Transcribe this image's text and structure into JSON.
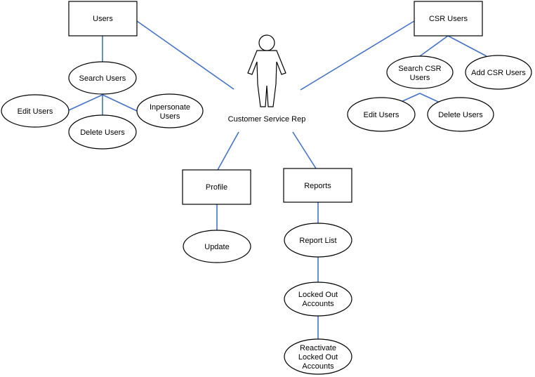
{
  "colors": {
    "connector": "#4472c4",
    "outline": "#000000",
    "fill": "#ffffff"
  },
  "actor": {
    "label": "Customer Service Rep",
    "icon": "person-icon"
  },
  "boxes": {
    "users": "Users",
    "csr_users": "CSR Users",
    "profile": "Profile",
    "reports": "Reports"
  },
  "use_cases": {
    "search_users": [
      "Search Users"
    ],
    "edit_users_left": [
      "Edit Users"
    ],
    "delete_users_left": [
      "Delete Users"
    ],
    "impersonate_users": [
      "Inpersonate",
      "Users"
    ],
    "search_csr_users": [
      "Search CSR",
      "Users"
    ],
    "add_csr_users": [
      "Add CSR Users"
    ],
    "edit_users_right": [
      "Edit Users"
    ],
    "delete_users_right": [
      "Delete Users"
    ],
    "update": [
      "Update"
    ],
    "report_list": [
      "Report List"
    ],
    "locked_out_accounts": [
      "Locked Out",
      "Accounts"
    ],
    "reactivate_locked_out_accounts": [
      "Reactivate",
      "Locked Out",
      "Accounts"
    ]
  }
}
